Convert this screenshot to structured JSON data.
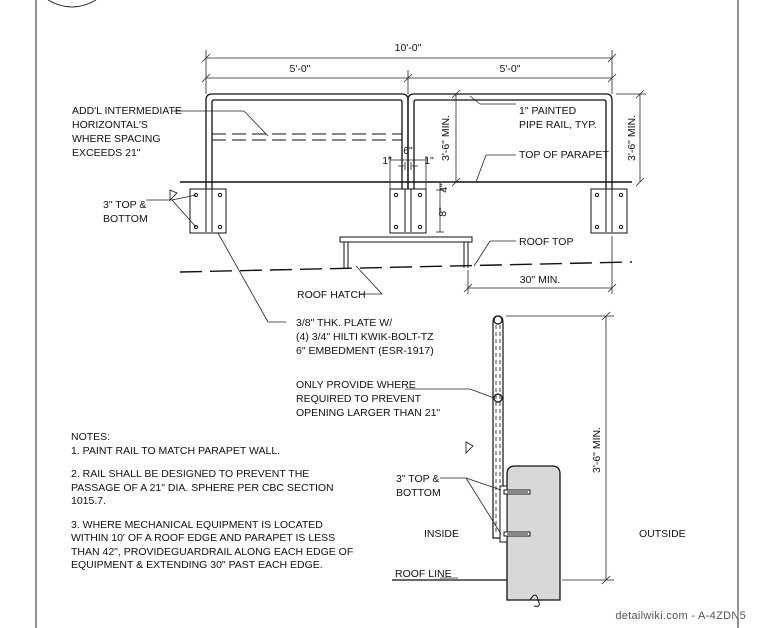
{
  "dimensions": {
    "overall": "10'-0\"",
    "left_span": "5'-0\"",
    "right_span": "5'-0\"",
    "post_height": "3'-6\" MIN.",
    "rail_height_right": "3'-6\" MIN.",
    "post_6": "6\"",
    "post_1_left": "1\"",
    "post_1_right": "1\"",
    "post_4": "4\"",
    "post_8": "8\"",
    "hatch_offset": "30\" MIN.",
    "section_height": "3'-6\" MIN."
  },
  "labels": {
    "intermediate": [
      "ADD'L INTERMEDIATE",
      "HORIZONTAL'S",
      "WHERE SPACING",
      "EXCEEDS 21\""
    ],
    "pipe_rail": [
      "1\" PAINTED",
      "PIPE RAIL, TYP."
    ],
    "top_parapet": "TOP OF PARAPET",
    "top_bottom_elev": [
      "3\" TOP &",
      "BOTTOM"
    ],
    "roof_top": "ROOF TOP",
    "roof_hatch": "ROOF HATCH",
    "plate": [
      "3/8\" THK. PLATE W/",
      "(4) 3/4\" HILTI KWIK-BOLT-TZ",
      "6\" EMBEDMENT (ESR-1917)"
    ],
    "only_provide": [
      "ONLY PROVIDE WHERE",
      "REQUIRED TO PREVENT",
      "OPENING LARGER THAN 21\""
    ],
    "top_bottom_section": [
      "3\" TOP &",
      "BOTTOM"
    ],
    "inside": "INSIDE",
    "outside": "OUTSIDE",
    "roof_line": "ROOF LINE"
  },
  "notes": {
    "title": "NOTES:",
    "lines": [
      "1. PAINT RAIL TO MATCH PARAPET WALL.",
      "",
      "2. RAIL SHALL BE DESIGNED TO PREVENT THE",
      "PASSAGE OF A 21\" DIA. SPHERE PER CBC SECTION",
      "1015.7.",
      "",
      "3. WHERE MECHANICAL EQUIPMENT IS LOCATED",
      "WITHIN 10' OF A ROOF EDGE AND PARAPET IS LESS",
      "THAN 42\", PROVIDEGUARDRAIL ALONG EACH EDGE OF",
      "EQUIPMENT & EXTENDING 30\" PAST EACH EDGE."
    ]
  },
  "credit": "detailwiki.com - A-4ZDN5"
}
